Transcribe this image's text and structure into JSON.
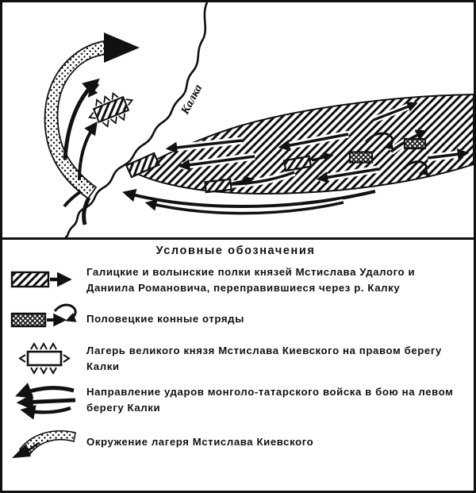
{
  "map": {
    "river_label": "Калка"
  },
  "legend": {
    "title": "Условные обозначения",
    "items": [
      {
        "symbol": "galician-regiments-symbol",
        "text": "Галицкие и волынские полки князей Мстислава Удалого и Даниила Романовича, переправившиеся через р. Калку"
      },
      {
        "symbol": "polovtsian-cavalry-symbol",
        "text": "Половецкие конные отряды"
      },
      {
        "symbol": "kiev-camp-symbol",
        "text": "Лагерь великого князя Мстислава Киевского на правом берегу Калки"
      },
      {
        "symbol": "mongol-strikes-symbol",
        "text": "Направление ударов монголо-татарского войска в бою на левом берегу Калки"
      },
      {
        "symbol": "encirclement-symbol",
        "text": "Окружение лагеря Мстислава Киевского"
      }
    ]
  },
  "colors": {
    "ink": "#111111",
    "paper": "#ffffff"
  }
}
